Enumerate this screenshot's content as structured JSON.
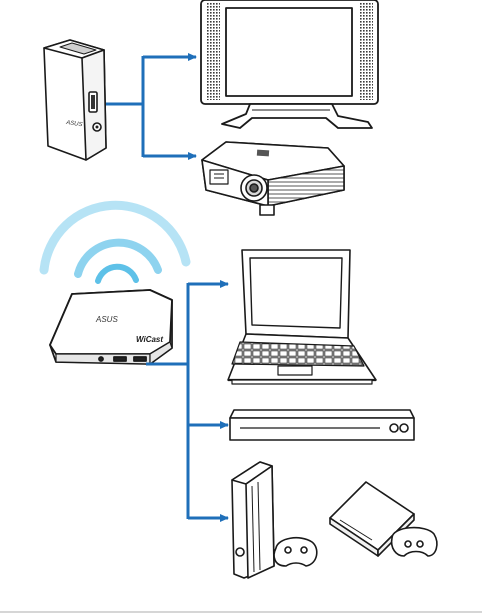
{
  "receiver_brand": "ASUS",
  "transmitter_brand": "ASUS",
  "transmitter_label": "WiCast",
  "colors": {
    "arrow": "#1f6fb9",
    "wifi": "#5ec1e8",
    "outline": "#1a1a1a",
    "bottom_rule": "#c8c8c8"
  }
}
